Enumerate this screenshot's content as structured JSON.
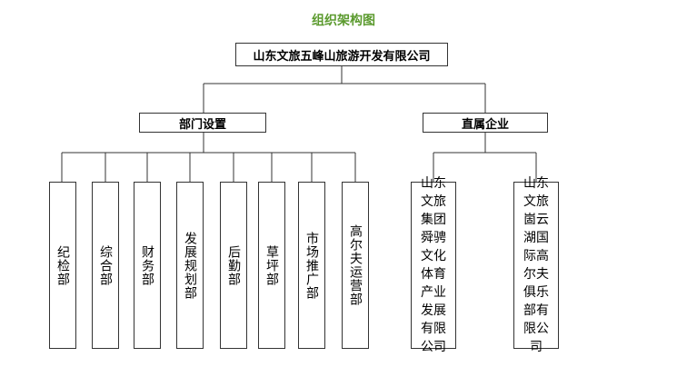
{
  "title": "组织架构图",
  "root": "山东文旅五峰山旅游开发有限公司",
  "branches": [
    {
      "label": "部门设置",
      "children": [
        "纪检部",
        "综合部",
        "财务部",
        "发展规划部",
        "后勤部",
        "草坪部",
        "市场推广部",
        "高尔夫运营部"
      ]
    },
    {
      "label": "直属企业",
      "children": [
        "山东文旅集团舜骋文化体育产业发展有限公司",
        "山东文旅崮云湖国际高尔夫俱乐部有限公司"
      ]
    }
  ],
  "colors": {
    "title": "#5b9a2e",
    "line": "#333333"
  }
}
